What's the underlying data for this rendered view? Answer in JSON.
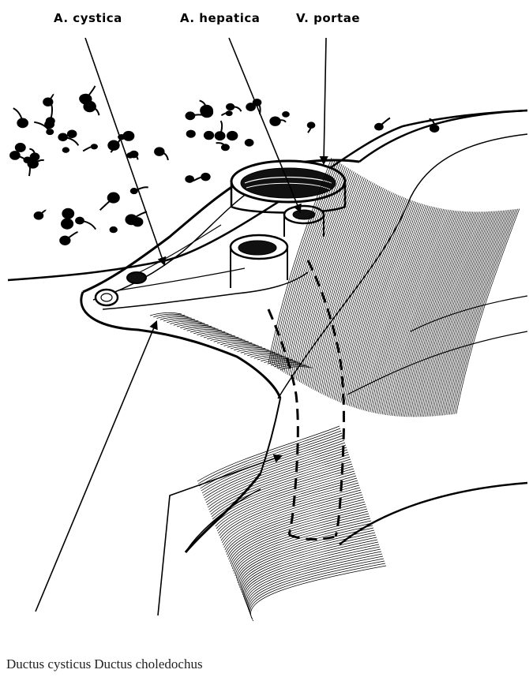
{
  "figure": {
    "labels_top": {
      "cystica": "A. cystica",
      "hepatica": "A. hepatica",
      "portae": "V. portae"
    }
  },
  "caption": {
    "ductus_cysticus": "Ductus cysticus",
    "ductus_choledochus": "Ductus choledochus"
  }
}
